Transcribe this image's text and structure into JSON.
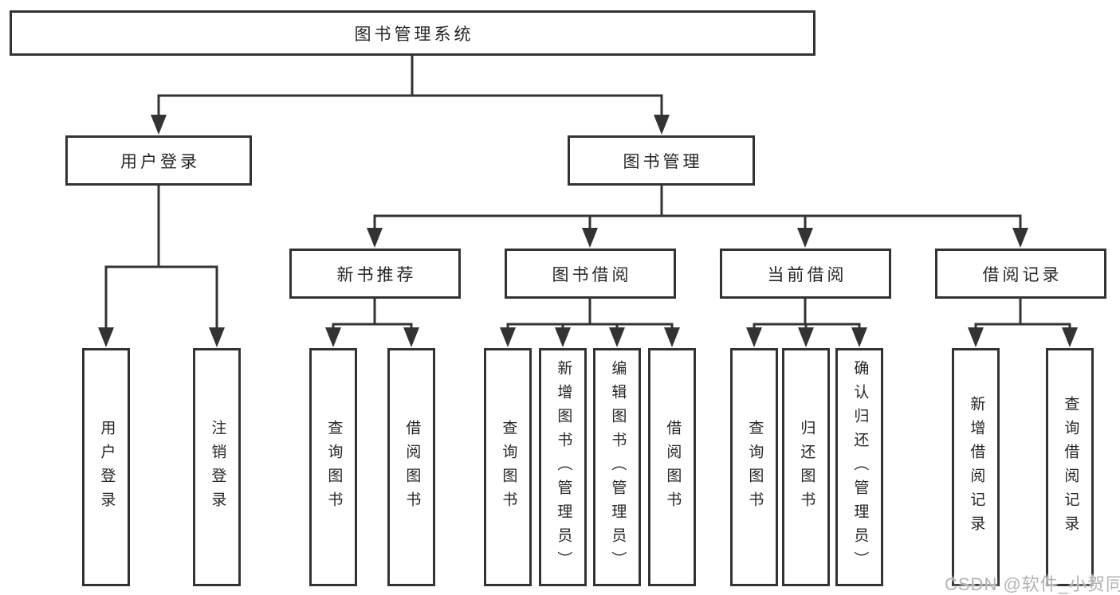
{
  "colors": {
    "line": "#333333",
    "box_border": "#333333",
    "text": "#262626",
    "watermark": "#b3b3b3",
    "background": "#ffffff"
  },
  "tree": {
    "root": "图书管理系统",
    "level2": [
      "用户登录",
      "图书管理"
    ],
    "level3": [
      "新书推荐",
      "图书借阅",
      "当前借阅",
      "借阅记录"
    ],
    "leaves": {
      "user_login": [
        "用户登录",
        "注销登录"
      ],
      "new_book": [
        "查询图书",
        "借阅图书"
      ],
      "book_borrow": [
        "查询图书",
        "新增图书（管理员）",
        "编辑图书（管理员）",
        "借阅图书"
      ],
      "current_borrow": [
        "查询图书",
        "归还图书",
        "确认归还（管理员）"
      ],
      "borrow_records": [
        "新增借阅记录",
        "查询借阅记录"
      ]
    }
  },
  "watermark": "CSDN @软件_小贺同学"
}
